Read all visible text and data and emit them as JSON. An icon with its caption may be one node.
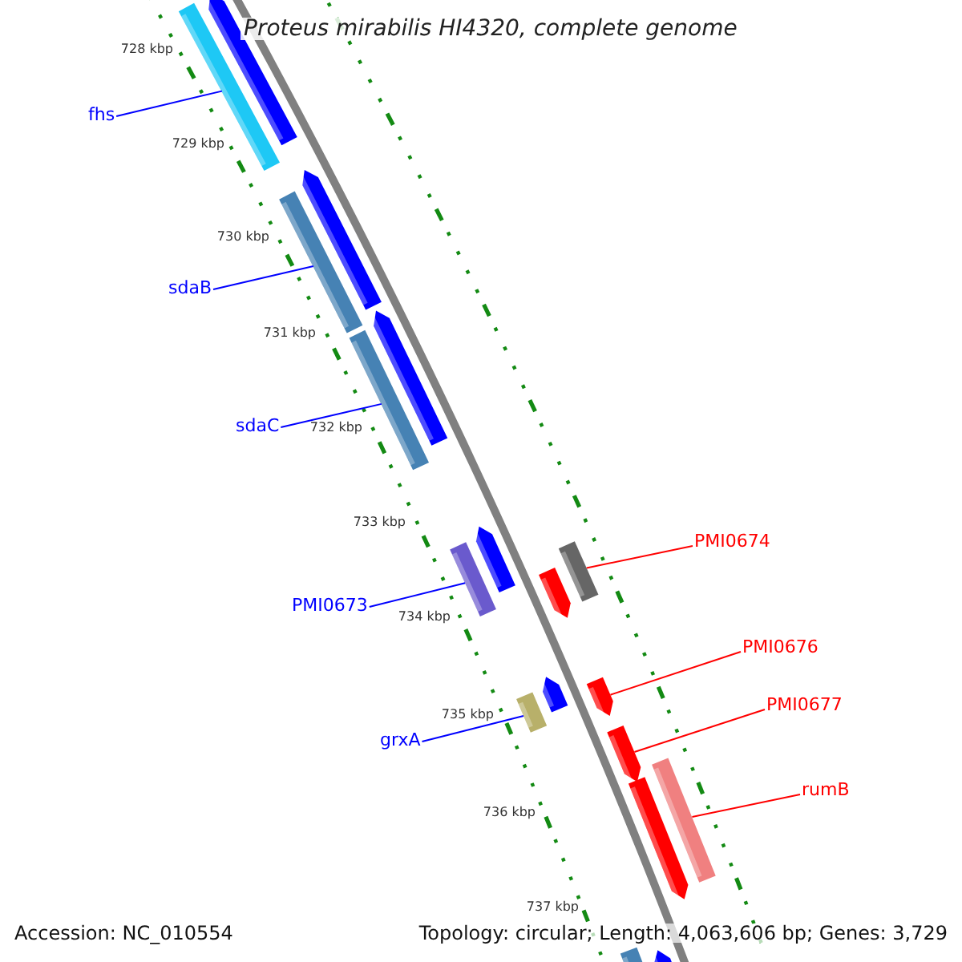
{
  "diagram": {
    "title": "Proteus mirabilis HI4320, complete genome",
    "nodes": [
      {
        "text": [
          "fhs"
        ]
      },
      {
        "text": [
          "sdaB"
        ]
      },
      {
        "text": [
          "sdaC"
        ]
      },
      {
        "text": [
          "PMI0673"
        ]
      },
      {
        "text": [
          "grxA"
        ]
      },
      {
        "text": [
          "PMI0674"
        ]
      },
      {
        "text": [
          "PMI0676"
        ]
      },
      {
        "text": [
          "PMI0677"
        ]
      },
      {
        "text": [
          "rumB"
        ]
      },
      {
        "text": [],
        "shape": "bar"
      },
      {
        "text": [],
        "shape": "bar"
      },
      {
        "text": [],
        "shape": "bar"
      },
      {
        "text": [],
        "shape": "bar"
      },
      {
        "text": [],
        "shape": "bar"
      },
      {
        "text": [],
        "shape": "bar"
      },
      {
        "text": [],
        "shape": "bar"
      },
      {
        "text": [],
        "shape": "bar"
      },
      {
        "text": [],
        "shape": "bar"
      },
      {
        "text": [],
        "shape": "bar"
      },
      {
        "text": [],
        "shape": "bar"
      },
      {
        "text": [],
        "shape": "bar"
      },
      {
        "text": [],
        "shape": "bar"
      },
      {
        "text": [],
        "shape": "bar"
      },
      {
        "text": [],
        "shape": "bar"
      },
      {
        "text": [],
        "shape": "bar"
      },
      {
        "text": [],
        "shape": "bar"
      },
      {
        "text": [],
        "shape": "bar"
      }
    ],
    "edges": [
      {
        "from": 0,
        "to": 9,
        "arrow": "none"
      },
      {
        "from": 1,
        "to": 12,
        "arrow": "none"
      },
      {
        "from": 2,
        "to": 14,
        "arrow": "none"
      },
      {
        "from": 3,
        "to": 16,
        "arrow": "none"
      },
      {
        "from": 4,
        "to": 20,
        "arrow": "none"
      },
      {
        "from": 5,
        "to": 17,
        "arrow": "none",
        "color": "#ff0000"
      },
      {
        "from": 6,
        "to": 21,
        "arrow": "none",
        "color": "#ff0000"
      },
      {
        "from": 7,
        "to": 22,
        "arrow": "none",
        "color": "#ff0000"
      },
      {
        "from": 8,
        "to": 23,
        "arrow": "none",
        "color": "#ff0000"
      }
    ],
    "labels": [
      "728 kbp",
      "729 kbp",
      "730 kbp",
      "731 kbp",
      "732 kbp",
      "733 kbp",
      "734 kbp",
      "735 kbp",
      "736 kbp",
      "737 kbp",
      "Accession: NC_010554",
      "Topology: circular; Length: 4,063,606 bp; Genes: 3,729"
    ]
  }
}
